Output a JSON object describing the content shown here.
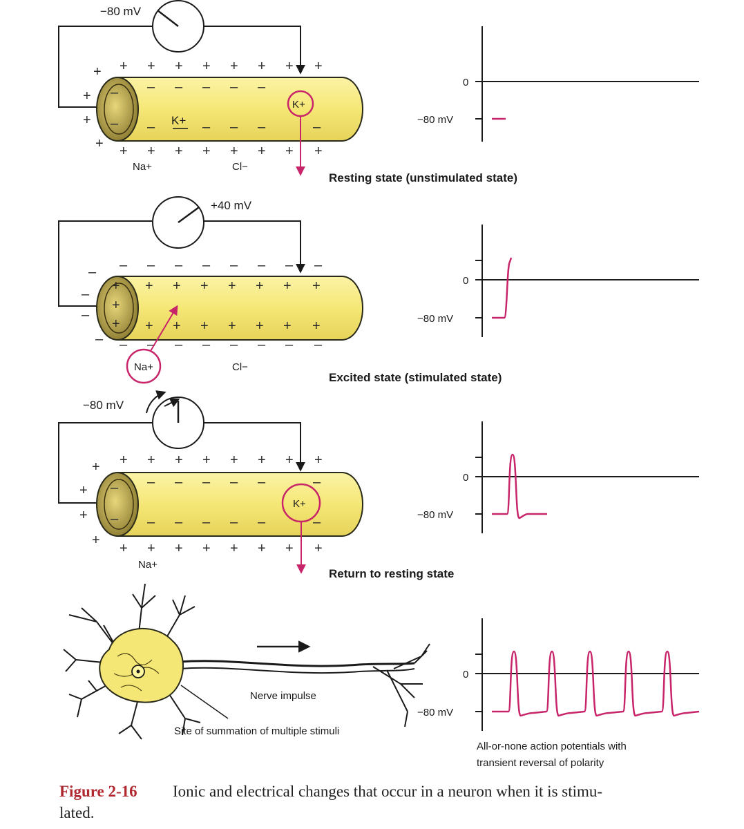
{
  "colors": {
    "membrane": "#f5e776",
    "membrane_edge": "#2a2a1a",
    "trace": "#c8246a",
    "ion_ring": "#c8246a",
    "caption": "#b02830"
  },
  "panels": [
    {
      "meter": "−80 mV",
      "outside_ion_1": "Na+",
      "outside_ion_2": "Cl−",
      "inside_ion": "K+",
      "moving_ion": "K+",
      "caption": "Resting state (unstimulated state)",
      "trace_kind": "resting"
    },
    {
      "meter": "+40 mV",
      "outside_ion_1": "Na+",
      "outside_ion_2": "Cl−",
      "moving_ion": "Na+",
      "caption": "Excited state (stimulated state)",
      "trace_kind": "spike-start"
    },
    {
      "meter": "−80 mV",
      "outside_ion_1": "Na+",
      "moving_ion": "K+",
      "caption": "Return to resting state",
      "trace_kind": "single-spike"
    }
  ],
  "neuron": {
    "impulse_label": "Nerve impulse",
    "summation_label": "Site of summation of multiple stimuli",
    "caption_line1": "All-or-none action potentials with",
    "caption_line2": "transient reversal of polarity",
    "trace_kind": "spike-train"
  },
  "axis": {
    "zero_label": "0",
    "rest_label": "−80 mV"
  },
  "figure": {
    "number": "Figure 2-16",
    "text_line1": "Ionic and electrical changes that occur in a neuron when it is stimu-",
    "text_line2": "lated."
  }
}
